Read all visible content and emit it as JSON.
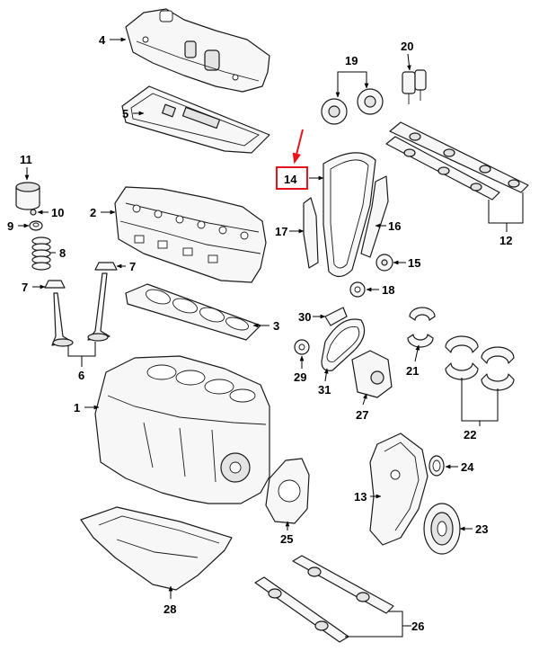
{
  "labels": {
    "p1": "1",
    "p2": "2",
    "p3": "3",
    "p4": "4",
    "p5": "5",
    "p6": "6",
    "p7a": "7",
    "p7b": "7",
    "p8": "8",
    "p9": "9",
    "p10": "10",
    "p11": "11",
    "p12": "12",
    "p13": "13",
    "p14": "14",
    "p15": "15",
    "p16": "16",
    "p17": "17",
    "p18": "18",
    "p19": "19",
    "p20": "20",
    "p21": "21",
    "p22": "22",
    "p23": "23",
    "p24": "24",
    "p25": "25",
    "p26": "26",
    "p27": "27",
    "p28": "28",
    "p29": "29",
    "p30": "30",
    "p31": "31"
  },
  "highlight": {
    "part": "14",
    "color": "#e8141c"
  }
}
